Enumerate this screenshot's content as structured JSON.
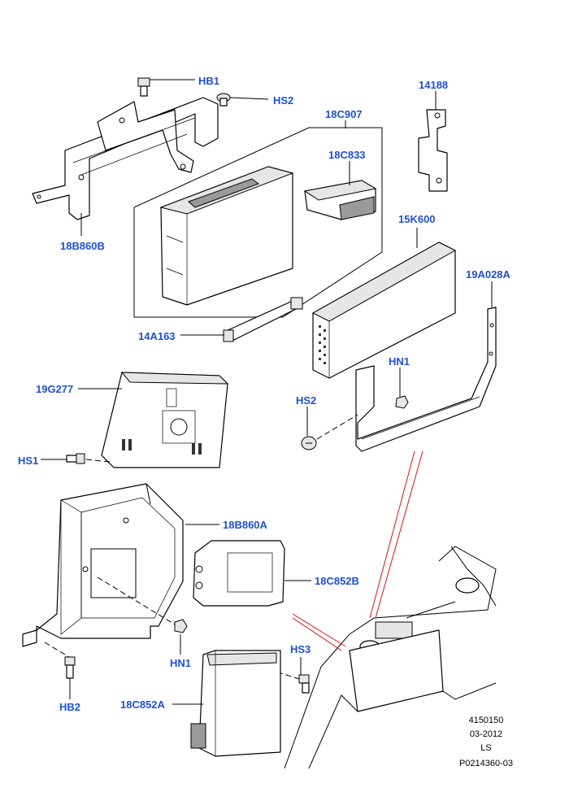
{
  "callouts": {
    "hb1": "HB1",
    "hs2_top": "HS2",
    "c14188": "14188",
    "c18c907": "18C907",
    "c18c833": "18C833",
    "c18b860b": "18B860B",
    "c15k600": "15K600",
    "c19a028a": "19A028A",
    "c14a163": "14A163",
    "hn1_right": "HN1",
    "c19g277": "19G277",
    "hs2_mid": "HS2",
    "hs1": "HS1",
    "c18b860a": "18B860A",
    "c18c852b": "18C852B",
    "hn1_low": "HN1",
    "hs3": "HS3",
    "hb2": "HB2",
    "c18c852a": "18C852A"
  },
  "meta": {
    "ref": "4150150",
    "date": "03-2012",
    "code": "LS",
    "illustration": "P0214360-03"
  },
  "colors": {
    "callout": "#1f4fd6",
    "leader": "#000000",
    "locator": "#e01010"
  }
}
